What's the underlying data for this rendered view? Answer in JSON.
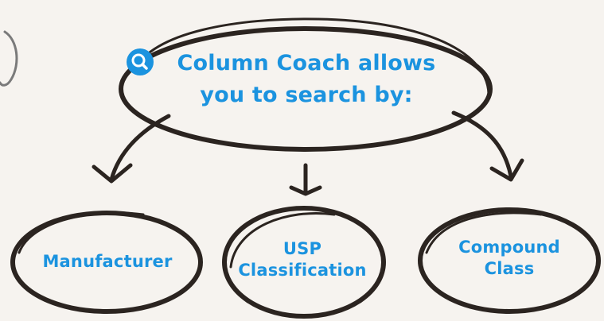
{
  "diagram": {
    "main": {
      "line1": "Column Coach allows",
      "line2": "you to search by:",
      "icon": "search-icon"
    },
    "nodes": [
      {
        "line1": "Manufacturer"
      },
      {
        "line1": "USP",
        "line2": "Classification"
      },
      {
        "line1": "Compound",
        "line2": "Class"
      }
    ]
  },
  "colors": {
    "accent": "#1b93df",
    "stroke": "#2b2420",
    "background": "#f6f3ef"
  }
}
